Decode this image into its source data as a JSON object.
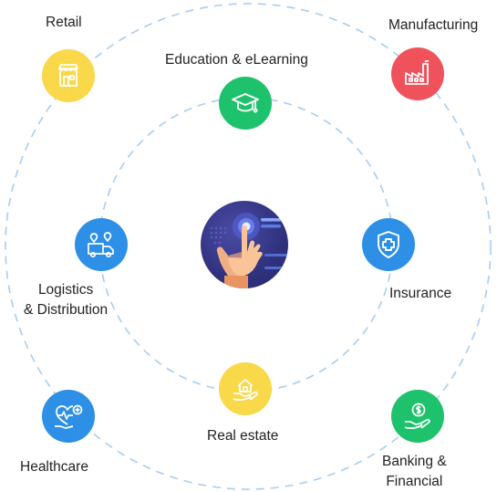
{
  "center": {
    "icon": "touch-hand-icon"
  },
  "sectors": [
    {
      "id": "retail",
      "label_lines": [
        "Retail"
      ],
      "color": "#f9d84a",
      "icon": "storefront-icon"
    },
    {
      "id": "manufacturing",
      "label_lines": [
        "Manufacturing"
      ],
      "color": "#f0525b",
      "icon": "factory-icon"
    },
    {
      "id": "education",
      "label_lines": [
        "Education & eLearning"
      ],
      "color": "#1ec26c",
      "icon": "graduation-cap-icon"
    },
    {
      "id": "logistics",
      "label_lines": [
        "Logistics",
        "& Distribution"
      ],
      "color": "#2e8fe6",
      "icon": "delivery-truck-icon"
    },
    {
      "id": "insurance",
      "label_lines": [
        "Insurance"
      ],
      "color": "#2e8fe6",
      "icon": "shield-plus-icon"
    },
    {
      "id": "real-estate",
      "label_lines": [
        "Real estate"
      ],
      "color": "#f9d84a",
      "icon": "house-hand-icon"
    },
    {
      "id": "healthcare",
      "label_lines": [
        "Healthcare"
      ],
      "color": "#2e8fe6",
      "icon": "heart-pulse-icon"
    },
    {
      "id": "banking",
      "label_lines": [
        "Banking &",
        "Financial"
      ],
      "color": "#1ec26c",
      "icon": "money-hand-icon"
    }
  ],
  "ring_color": "#a9cdef"
}
